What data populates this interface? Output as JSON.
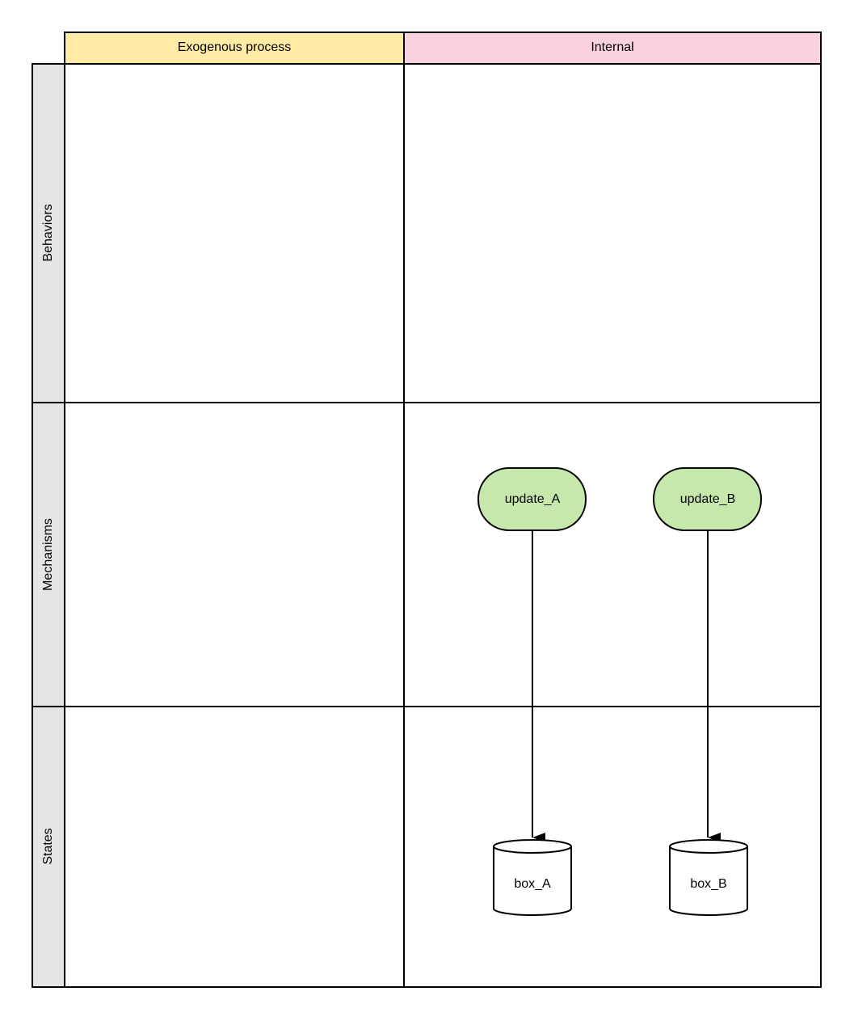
{
  "columns": [
    {
      "id": "exogenous",
      "label": "Exogenous process",
      "color": "#ffeaa6"
    },
    {
      "id": "internal",
      "label": "Internal",
      "color": "#fad2de"
    }
  ],
  "rows": [
    {
      "id": "behaviors",
      "label": "Behaviors"
    },
    {
      "id": "mechanisms",
      "label": "Mechanisms"
    },
    {
      "id": "states",
      "label": "States"
    }
  ],
  "row_header_color": "#e5e5e5",
  "nodes": [
    {
      "id": "update_A",
      "label": "update_A",
      "shape": "terminator",
      "fill": "#c7e8ac"
    },
    {
      "id": "update_B",
      "label": "update_B",
      "shape": "terminator",
      "fill": "#c7e8ac"
    },
    {
      "id": "box_A",
      "label": "box_A",
      "shape": "cylinder",
      "fill": "#ffffff"
    },
    {
      "id": "box_B",
      "label": "box_B",
      "shape": "cylinder",
      "fill": "#ffffff"
    }
  ],
  "edges": [
    {
      "from": "update_A",
      "to": "box_A"
    },
    {
      "from": "update_B",
      "to": "box_B"
    }
  ]
}
